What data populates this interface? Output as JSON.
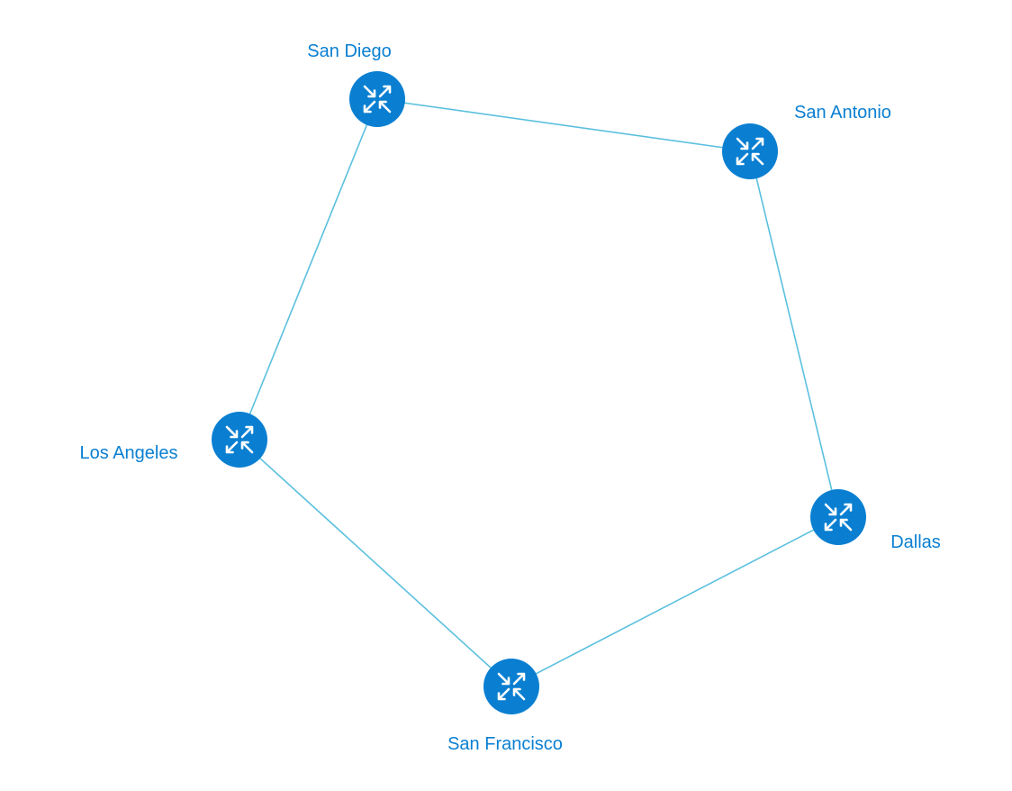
{
  "colors": {
    "link": "#5bc0de",
    "router_fill": "#0a7fd1",
    "router_arrows": "#ffffff",
    "label": "#0a7fd1",
    "background": "#ffffff"
  },
  "nodes": [
    {
      "id": "san-diego",
      "label": "San Diego",
      "icon": "router-icon"
    },
    {
      "id": "san-antonio",
      "label": "San Antonio",
      "icon": "router-icon"
    },
    {
      "id": "dallas",
      "label": "Dallas",
      "icon": "router-icon"
    },
    {
      "id": "san-francisco",
      "label": "San Francisco",
      "icon": "router-icon"
    },
    {
      "id": "los-angeles",
      "label": "Los Angeles",
      "icon": "router-icon"
    }
  ],
  "links": [
    {
      "source": "san-diego",
      "target": "san-antonio"
    },
    {
      "source": "san-antonio",
      "target": "dallas"
    },
    {
      "source": "dallas",
      "target": "san-francisco"
    },
    {
      "source": "san-francisco",
      "target": "los-angeles"
    },
    {
      "source": "los-angeles",
      "target": "san-diego"
    }
  ]
}
